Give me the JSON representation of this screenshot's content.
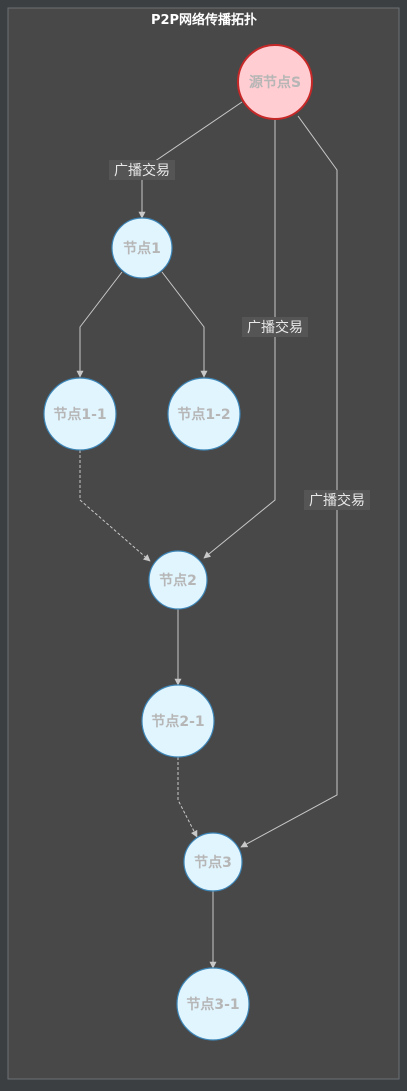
{
  "diagram": {
    "title": "P2P网络传播拓扑",
    "colors": {
      "background": "#3b3f42",
      "cluster_fill": "#484848",
      "cluster_border": "#6b7075",
      "edge": "#c8c8c8",
      "edge_label_bg": "#555555",
      "edge_label_text": "#e8e8e8",
      "node_fill": "#e1f5fe",
      "node_stroke": "#3d86b8",
      "node_text": "#b6b6b6",
      "source_fill": "#ffcdd2",
      "source_stroke": "#c62828"
    },
    "nodes": [
      {
        "id": "S",
        "label": "源节点S",
        "kind": "source"
      },
      {
        "id": "n1",
        "label": "节点1",
        "kind": "normal"
      },
      {
        "id": "n11",
        "label": "节点1-1",
        "kind": "normal"
      },
      {
        "id": "n12",
        "label": "节点1-2",
        "kind": "normal"
      },
      {
        "id": "n2",
        "label": "节点2",
        "kind": "normal"
      },
      {
        "id": "n21",
        "label": "节点2-1",
        "kind": "normal"
      },
      {
        "id": "n3",
        "label": "节点3",
        "kind": "normal"
      },
      {
        "id": "n31",
        "label": "节点3-1",
        "kind": "normal"
      }
    ],
    "edges": [
      {
        "from": "S",
        "to": "n1",
        "label": "广播交易",
        "style": "solid"
      },
      {
        "from": "S",
        "to": "n2",
        "label": "广播交易",
        "style": "solid"
      },
      {
        "from": "S",
        "to": "n3",
        "label": "广播交易",
        "style": "solid"
      },
      {
        "from": "n1",
        "to": "n11",
        "label": "",
        "style": "solid"
      },
      {
        "from": "n1",
        "to": "n12",
        "label": "",
        "style": "solid"
      },
      {
        "from": "n11",
        "to": "n2",
        "label": "",
        "style": "dashed"
      },
      {
        "from": "n2",
        "to": "n21",
        "label": "",
        "style": "solid"
      },
      {
        "from": "n21",
        "to": "n3",
        "label": "",
        "style": "dashed"
      },
      {
        "from": "n3",
        "to": "n31",
        "label": "",
        "style": "solid"
      }
    ]
  }
}
